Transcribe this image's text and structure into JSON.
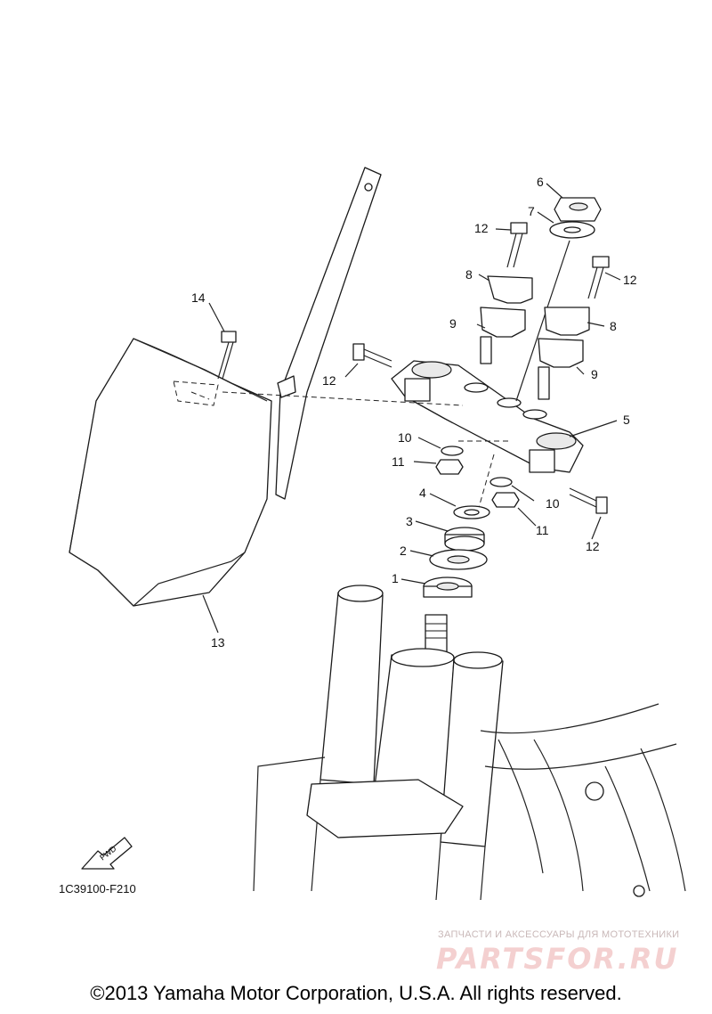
{
  "diagram": {
    "code": "1C39100-F210",
    "fwd_label": "FWD",
    "callouts": [
      "1",
      "2",
      "3",
      "4",
      "5",
      "6",
      "7",
      "8",
      "8",
      "9",
      "9",
      "10",
      "10",
      "11",
      "11",
      "12",
      "12",
      "12",
      "12",
      "13",
      "14"
    ]
  },
  "watermark": {
    "subtitle": "ЗАПЧАСТИ И АКСЕССУАРЫ ДЛЯ МОТОТЕХНИКИ",
    "logo": "PARTSFOR.RU"
  },
  "copyright": "©2013 Yamaha Motor Corporation, U.S.A. All rights reserved."
}
